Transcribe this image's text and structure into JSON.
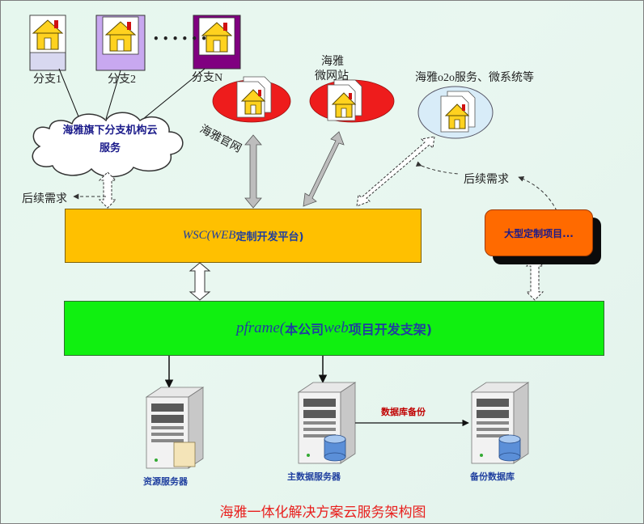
{
  "branches": [
    {
      "label": "分支1",
      "color": "#d8d8f0"
    },
    {
      "label": "分支2",
      "color": "#c8a8f0"
    },
    {
      "label": "分支N",
      "color": "#800080"
    }
  ],
  "ellipsis": "• • • • • •",
  "cloud": {
    "line1": "海雅旗下分支机构云",
    "line2": "服务"
  },
  "sites": {
    "official": "海雅官网",
    "micro_line1": "海雅",
    "micro_line2": "微网站",
    "o2o": "海雅o2o服务、微系统等"
  },
  "followup_left": "后续需求",
  "followup_right": "后续需求",
  "wsc": {
    "prefix": "WSC(WEB",
    "suffix": "定制开发平台)"
  },
  "custom_project": "大型定制项目...",
  "pframe": {
    "prefix": "pframe(",
    "mid": "本公司",
    "web": "web",
    "suffix": "项目开发支架)"
  },
  "servers": {
    "resource": "资源服务器",
    "main_db": "主数据服务器",
    "backup_db": "备份数据库",
    "backup_arrow": "数据库备份"
  },
  "caption": "海雅一体化解决方案云服务架构图",
  "colors": {
    "wsc": "#ffc000",
    "pframe": "#10f010",
    "custom": "#ff6a00",
    "red_ellipse": "#ee1c1c",
    "o2o_ellipse": "#d8ecf8",
    "caption": "#e8201e"
  }
}
